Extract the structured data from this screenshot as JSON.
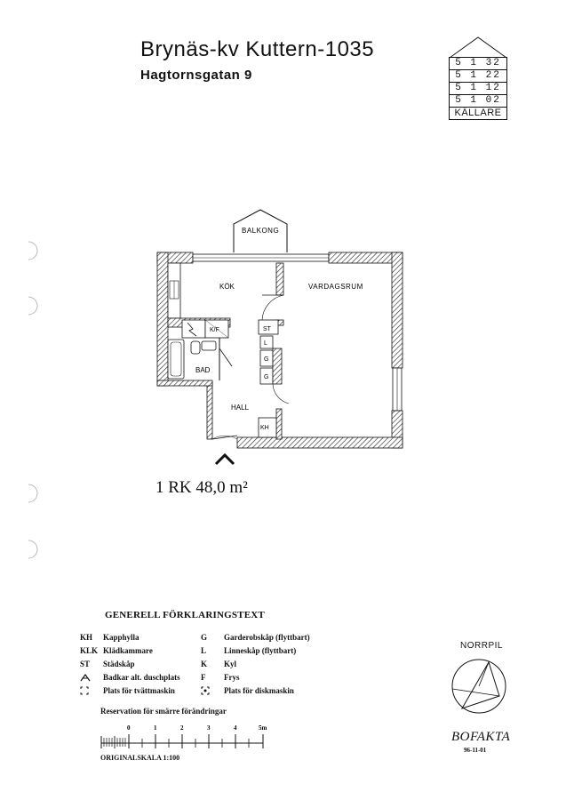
{
  "header": {
    "title": "Brynäs-kv Kuttern-1035",
    "address": "Hagtornsgatan 9"
  },
  "floors": [
    "5 1 32",
    "5 1 22",
    "5 1 12",
    "5 1 02",
    "KÄLLARE"
  ],
  "plan": {
    "rooms": {
      "balcony": "BALKONG",
      "kitchen": "KÖK",
      "living": "VARDAGSRUM",
      "bath": "BAD",
      "hall": "HALL"
    },
    "fixtures": {
      "fridge_freezer": "K/F",
      "cleaning_closet": "ST",
      "linen": "L",
      "wardrobe_1": "G",
      "wardrobe_2": "G",
      "hat_shelf": "KH"
    }
  },
  "area": "1 RK 48,0 m²",
  "legend": {
    "title": "GENERELL FÖRKLARINGSTEXT",
    "left": [
      {
        "code": "KH",
        "desc": "Kapphylla"
      },
      {
        "code": "KLK",
        "desc": "Klädkammare"
      },
      {
        "code": "ST",
        "desc": "Städskåp"
      },
      {
        "code": "",
        "desc": "Badkar alt. duschplats"
      },
      {
        "code": "",
        "desc": "Plats för tvättmaskin"
      }
    ],
    "right": [
      {
        "code": "G",
        "desc": "Garderobskåp (flyttbart)"
      },
      {
        "code": "L",
        "desc": "Linneskåp (flyttbart)"
      },
      {
        "code": "K",
        "desc": "Kyl"
      },
      {
        "code": "F",
        "desc": "Frys"
      },
      {
        "code": "",
        "desc": "Plats för diskmaskin"
      }
    ],
    "reservation": "Reservation för smärre förändringar"
  },
  "scale": {
    "ticks": [
      "0",
      "1",
      "2",
      "3",
      "4",
      "5m"
    ],
    "label": "ORIGINALSKALA   1:100"
  },
  "north": {
    "label": "NORRPIL"
  },
  "brand": {
    "name": "BOFAKTA",
    "date": "96-11-01"
  }
}
